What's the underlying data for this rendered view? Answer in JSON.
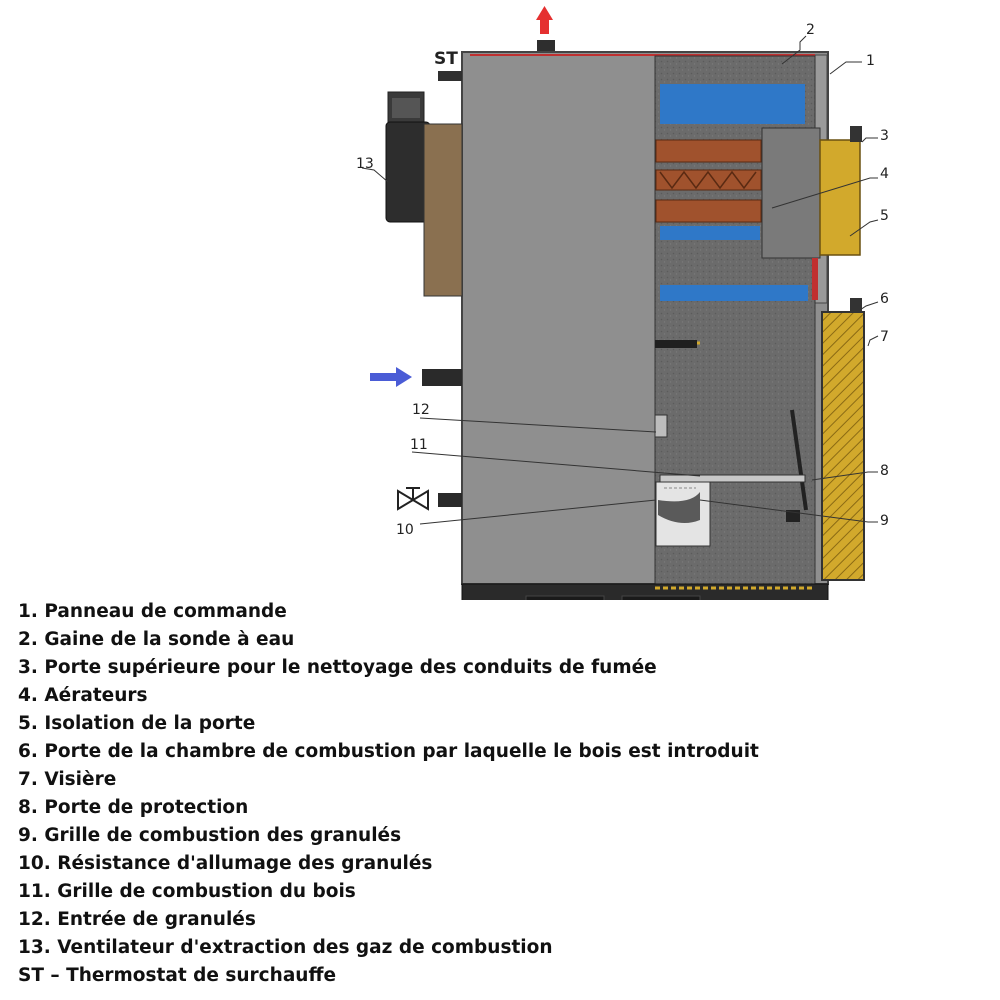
{
  "callouts": {
    "n1": "1",
    "n2": "2",
    "n3": "3",
    "n4": "4",
    "n5": "5",
    "n6": "6",
    "n7": "7",
    "n8": "8",
    "n9": "9",
    "n10": "10",
    "n11": "11",
    "n12": "12",
    "n13": "13",
    "st": "ST"
  },
  "legend": [
    "1. Panneau de commande",
    "2. Gaine de la sonde à eau",
    "3. Porte supérieure pour le nettoyage des conduits de fumée",
    "4. Aérateurs",
    "5. Isolation de la porte",
    "6. Porte de la chambre de combustion par laquelle le bois est introduit",
    "7. Visière",
    "8. Porte de protection",
    "9. Grille de combustion des granulés",
    "10. Résistance d'allumage des granulés",
    "11. Grille de combustion du bois",
    "12. Entrée de granulés",
    "13. Ventilateur d'extraction des gaz de combustion",
    "ST – Thermostat de surchauffe"
  ],
  "colors": {
    "outlet_arrow": "#e53030",
    "inlet_arrow": "#4a5cd6",
    "water_jacket": "#2f78c8",
    "insulation": "#d2a92c",
    "casing": "#8f8f8f",
    "chamber": "#6a6a6a",
    "base": "#2a2a2a"
  }
}
